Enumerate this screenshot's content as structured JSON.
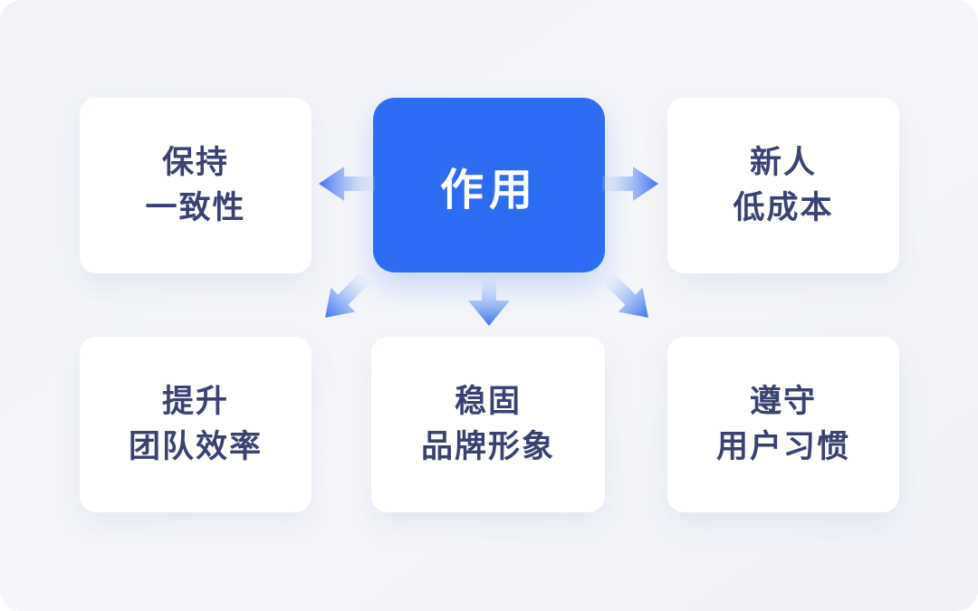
{
  "diagram": {
    "title_hint": "mind-map style diagram of roles/benefits",
    "center": {
      "label": "作用"
    },
    "nodes": [
      {
        "id": "top-left",
        "line1": "保持",
        "line2": "一致性"
      },
      {
        "id": "top-right",
        "line1": "新人",
        "line2": "低成本"
      },
      {
        "id": "bottom-left",
        "line1": "提升",
        "line2": "团队效率"
      },
      {
        "id": "bottom-center",
        "line1": "稳固",
        "line2": "品牌形象"
      },
      {
        "id": "bottom-right",
        "line1": "遵守",
        "line2": "用户习惯"
      }
    ],
    "arrows": [
      {
        "icon": "arrow-left-icon",
        "direction": "left"
      },
      {
        "icon": "arrow-right-icon",
        "direction": "right"
      },
      {
        "icon": "arrow-down-left-icon",
        "direction": "down-left"
      },
      {
        "icon": "arrow-down-icon",
        "direction": "down"
      },
      {
        "icon": "arrow-down-right-icon",
        "direction": "down-right"
      }
    ],
    "colors": {
      "accent_blue": "#2C6DF4",
      "text_navy": "#3A4273",
      "card_white": "#FFFFFF",
      "canvas_bg": "#F2F4F8",
      "arrow_head_blue": "#3B73F1",
      "arrow_tail_light": "#CBD9F9"
    }
  }
}
